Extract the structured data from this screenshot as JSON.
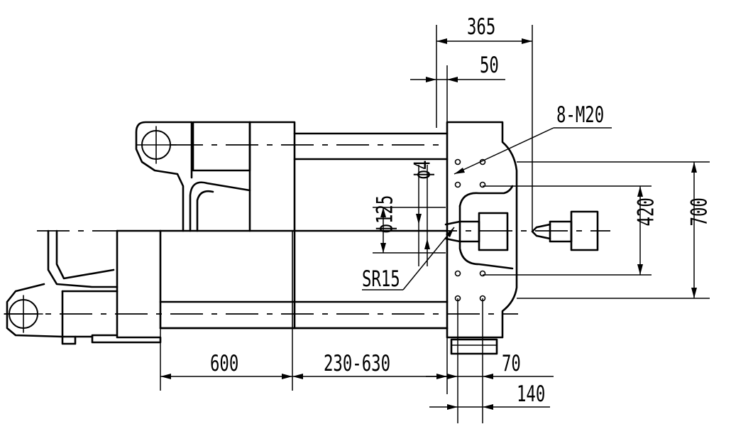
{
  "dimensions": {
    "d365": "365",
    "d50": "50",
    "d8m20": "8-M20",
    "dphi4": "ϕ4",
    "dphi125": "ϕ125",
    "dsr15": "SR15",
    "d420": "420",
    "d700": "700",
    "d600": "600",
    "d230_630": "230-630",
    "d70": "70",
    "d140": "140"
  }
}
